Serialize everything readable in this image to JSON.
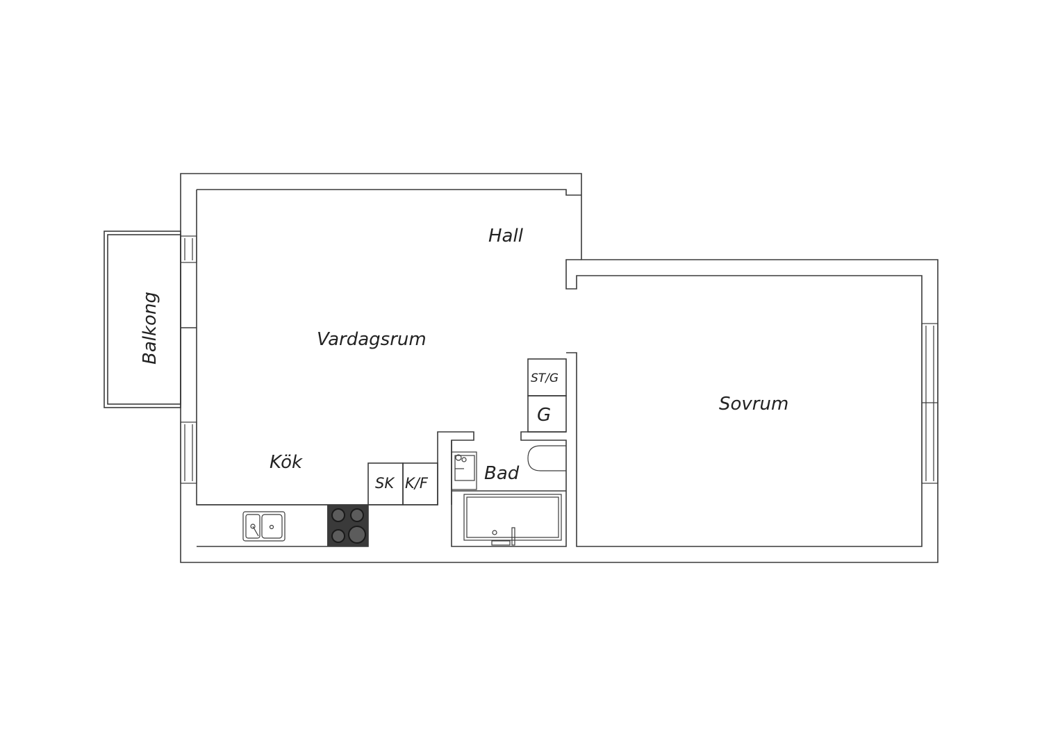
{
  "rooms": {
    "hall": "Hall",
    "vardagsrum": "Vardagsrum",
    "sovrum": "Sovrum",
    "kok": "Kök",
    "bad": "Bad",
    "balkong": "Balkong"
  },
  "fixtures": {
    "sk": "SK",
    "kf": "K/F",
    "stg": "ST/G",
    "g": "G"
  },
  "colors": {
    "wall_stroke": "#3a3a3a",
    "stove": "#3a3a3a",
    "background": "#ffffff"
  }
}
